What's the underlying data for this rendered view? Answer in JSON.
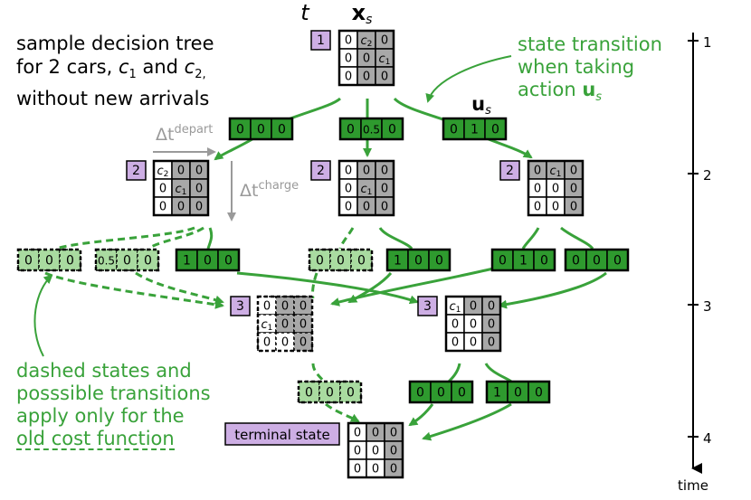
{
  "header": {
    "t_label": "t",
    "x_label": "x",
    "x_sub": "s",
    "u_label": "u",
    "u_sub": "s"
  },
  "caption": {
    "line1": "sample decision tree",
    "line2": "for 2 cars,",
    "line2_c1": "c",
    "line2_c1_sub": "1",
    "line2_and": "and",
    "line2_c2": "c",
    "line2_c2_sub": "2,",
    "line3": "without new arrivals"
  },
  "annotation": {
    "line1": "state transition",
    "line2": "when taking",
    "line3": "action",
    "line3_u": "u",
    "line3_u_sub": "s"
  },
  "note": {
    "line1": "dashed states and",
    "line2": "posssible transitions",
    "line3": "apply only for the",
    "line4": "old cost function"
  },
  "delta": {
    "depart": "Δt",
    "depart_sup": "depart",
    "charge": "Δt",
    "charge_sup": "charge"
  },
  "timeline": {
    "ticks": [
      "1",
      "2",
      "3",
      "4"
    ],
    "axis_label": "time"
  },
  "terminal_label": "terminal state",
  "states": [
    {
      "step": "1",
      "cells": [
        [
          "0",
          "c2",
          "0"
        ],
        [
          "0",
          "0",
          "c1"
        ],
        [
          "0",
          "0",
          "0"
        ]
      ]
    },
    {
      "step": "2",
      "cells": [
        [
          "c2",
          "0",
          "0"
        ],
        [
          "0",
          "c1",
          "0"
        ],
        [
          "0",
          "0",
          "0"
        ]
      ]
    },
    {
      "step": "2",
      "cells": [
        [
          "0",
          "0",
          "0"
        ],
        [
          "0",
          "c1",
          "0"
        ],
        [
          "0",
          "0",
          "0"
        ]
      ]
    },
    {
      "step": "2",
      "cells": [
        [
          "0",
          "c1",
          "0"
        ],
        [
          "0",
          "0",
          "0"
        ],
        [
          "0",
          "0",
          "0"
        ]
      ]
    },
    {
      "step": "3",
      "dashed": true,
      "cells": [
        [
          "0",
          "0",
          "0"
        ],
        [
          "c1",
          "0",
          "0"
        ],
        [
          "0",
          "0",
          "0"
        ]
      ]
    },
    {
      "step": "3",
      "cells": [
        [
          "c1",
          "0",
          "0"
        ],
        [
          "0",
          "0",
          "0"
        ],
        [
          "0",
          "0",
          "0"
        ]
      ]
    },
    {
      "step": "",
      "cells": [
        [
          "0",
          "0",
          "0"
        ],
        [
          "0",
          "0",
          "0"
        ],
        [
          "0",
          "0",
          "0"
        ]
      ]
    }
  ],
  "actions": [
    {
      "values": [
        "0",
        "0",
        "0"
      ]
    },
    {
      "values": [
        "0",
        "0.5",
        "0"
      ]
    },
    {
      "values": [
        "0",
        "1",
        "0"
      ]
    },
    {
      "values": [
        "0",
        "0",
        "0"
      ],
      "dashed": true
    },
    {
      "values": [
        "0.5",
        "0",
        "0"
      ],
      "dashed": true
    },
    {
      "values": [
        "1",
        "0",
        "0"
      ]
    },
    {
      "values": [
        "0",
        "0",
        "0"
      ],
      "dashed": true
    },
    {
      "values": [
        "1",
        "0",
        "0"
      ]
    },
    {
      "values": [
        "0",
        "1",
        "0"
      ]
    },
    {
      "values": [
        "0",
        "0",
        "0"
      ]
    },
    {
      "values": [
        "0",
        "0",
        "0"
      ],
      "dashed": true
    },
    {
      "values": [
        "0",
        "0",
        "0"
      ]
    },
    {
      "values": [
        "1",
        "0",
        "0"
      ]
    }
  ],
  "colors": {
    "green": "#39a23a",
    "dark_green": "#2e8b2e",
    "light_green": "#a9dba0",
    "gray": "#a8a8a8",
    "purple": "#cdaee4",
    "grid_line": "#000000",
    "delta_gray": "#9a9a9a"
  }
}
